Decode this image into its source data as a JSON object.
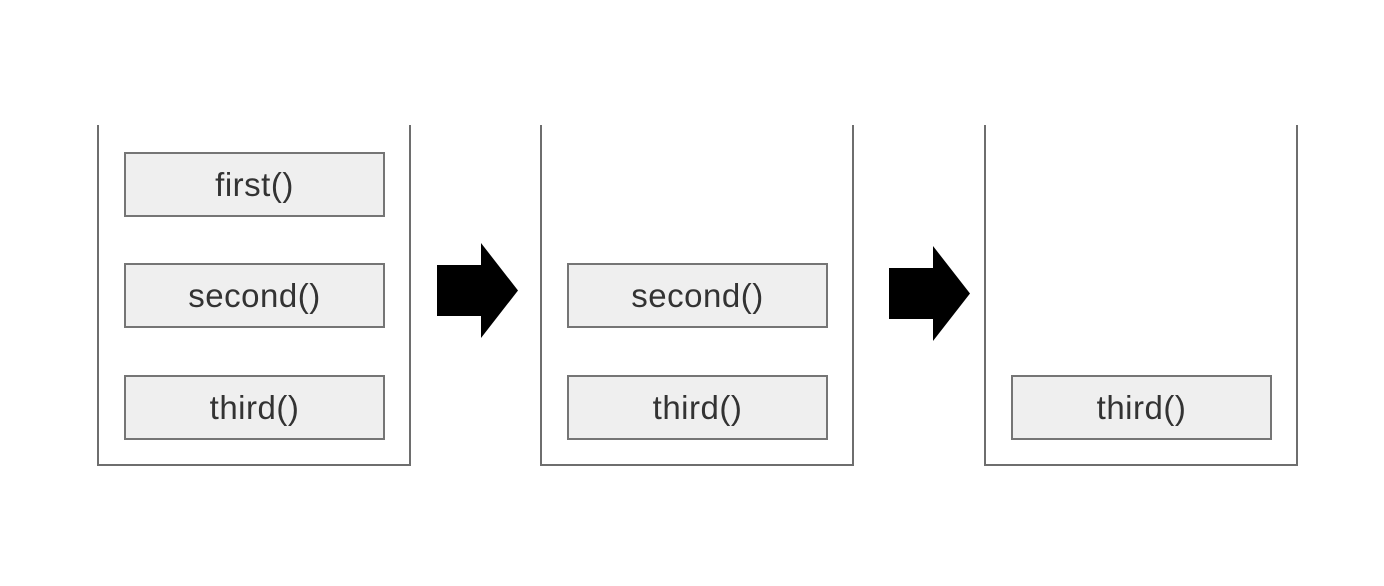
{
  "colors": {
    "background": "#ffffff",
    "stack_border": "#6e6e6e",
    "frame_fill": "#efefef",
    "frame_border": "#757575",
    "frame_text": "#333333",
    "arrow": "#000000"
  },
  "stacks": [
    {
      "position": "left",
      "frames": [
        {
          "slot": "top",
          "label": "first()"
        },
        {
          "slot": "middle",
          "label": "second()"
        },
        {
          "slot": "bottom",
          "label": "third()"
        }
      ]
    },
    {
      "position": "middle",
      "frames": [
        {
          "slot": "middle",
          "label": "second()"
        },
        {
          "slot": "bottom",
          "label": "third()"
        }
      ]
    },
    {
      "position": "right",
      "frames": [
        {
          "slot": "bottom",
          "label": "third()"
        }
      ]
    }
  ],
  "arrows": [
    {
      "icon": "right-arrow",
      "direction": "right"
    },
    {
      "icon": "right-arrow",
      "direction": "right"
    }
  ]
}
